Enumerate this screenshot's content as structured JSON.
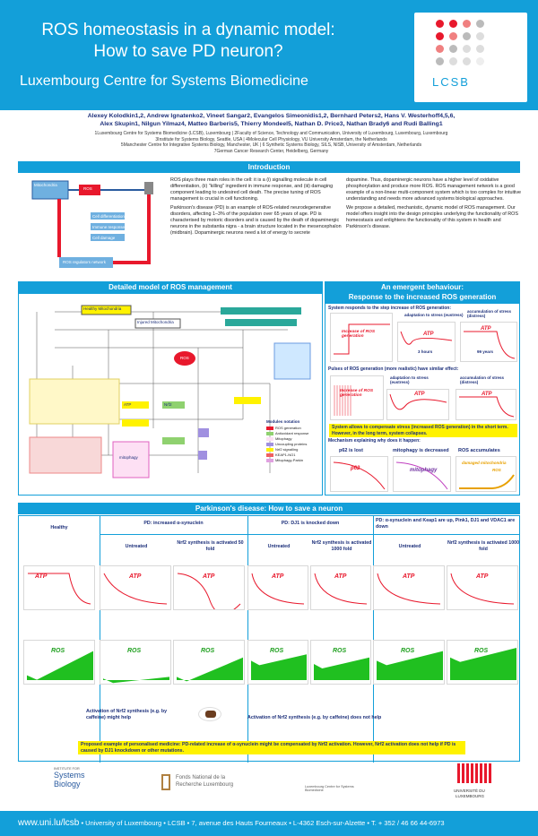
{
  "header": {
    "title_line1": "ROS homeostasis in a dynamic model:",
    "title_line2": "How to save PD neuron?",
    "subtitle": "Luxembourg Centre for Systems Biomedicine",
    "logo_text": "LCSB"
  },
  "authors": {
    "line1": "Alexey Kolodkin1,2, Andrew Ignatenko2, Vineet Sangar2, Evangelos Simeonidis1,2, Bernhard Peters2, Hans V. Westerhoff4,5,6,",
    "line2": "Alex Skupin1, Nilgun Yilmaz4, Matteo Barberis5, Thierry Mondeel5, Nathan D. Price3, Nathan Brady6 and Rudi Balling1"
  },
  "affiliations": [
    "1Luxembourg Centre for Systems Biomedicine (LCSB), Luxembourg | 2Faculty of Science, Technology and Communication, University of Luxembourg, Luxembourg, Luxembourg",
    "3Institute for Systems Biology, Seattle, USA | 4Molecular Cell Physiology, VU University Amsterdam, the Netherlands",
    "5Manchester Centre for Integrative Systems Biology, Manchester, UK | 6 Synthetic Systems Biology, SILS, NISB, University of Amsterdam, Netherlands",
    "7German Cancer Research Center, Heidelberg, Germany"
  ],
  "intro": {
    "heading": "Introduction",
    "col1": "ROS plays three main roles in the cell: it is a (i) signalling molecule in cell differentiation, (ii) \"killing\" ingredient in immune response, and (iii) damaging component leading to undesired cell death. The precise tuning of ROS management is crucial in cell functioning.",
    "col1b": "Parkinson's disease (PD) is an example of ROS-related neurodegenerative disorders, affecting 1–3% of the population over 65 years of age. PD is characterised by motoric disorders and is caused by the death of dopaminergic neurons in the substantia nigra - a brain structure located in the mesencephalon (midbrain). Dopaminergic neurons need a lot of energy to secrete",
    "col2": "dopamine. Thus, dopaminergic neurons have a higher level of oxidative phosphorylation and produce more ROS. ROS management network is a good example of a non-linear multi-component system which is too complex for intuitive understanding and needs more advanced systems biological approaches.",
    "col2b": "We propose a detailed, mechanistic, dynamic model of ROS management. Our model offers insight into the design principles underlying the functionality of ROS homeostasis and enlightens the functionality of this system in health and Parkinson's disease.",
    "diagram": {
      "mito": "Mitochondria",
      "ros": "ROS",
      "regulators": "ROS regulators network",
      "cell_diff": "Cell differentiation",
      "immune": "Immune response",
      "death": "Cell damage"
    }
  },
  "model": {
    "heading": "Detailed model of ROS management",
    "legend_title": "Modules notation",
    "legend": [
      "ROS generation",
      "Antioxidant response",
      "Mitophagy",
      "Uncoupling proteins",
      "Nrf2 signalling",
      "KEAP1-NO1",
      "Mitophagy-Parkin"
    ],
    "labels": [
      "Healthy Mitochondria",
      "Injured Mitochondria",
      "ROS",
      "ATP",
      "Nrf2",
      "mitophagy"
    ]
  },
  "behaviour": {
    "heading1": "An emergent behaviour:",
    "heading2": "Response to the increased ROS generation",
    "step_caption": "System responds to the step increase of ROS generation:",
    "step_label": "Increase of ROS generation",
    "adapt": "adaptation to stress (eustress)",
    "accum": "accumulation of stress (distress)",
    "atp": "ATP",
    "hours": "3 hours",
    "years": "99 years",
    "pulse_caption": "Pulses of ROS generation (more realistic) have similar effect:",
    "highlight": "System allows to compensate stress (increased ROS generation) in the short term. However, in the long term, system collapses.",
    "mech_caption": "Mechanism explaining why does it happen:",
    "p62": "p62 is lost",
    "mitophagy": "mitophagy is decreased",
    "accumulates": "ROS accumulates",
    "p62_lbl": "p62",
    "mito_lbl": "mitophagy",
    "dmg_lbl": "damaged mitochondria",
    "ros_lbl": "ROS"
  },
  "pd": {
    "heading": "Parkinson's disease: How to save a neuron",
    "healthy": "Healthy",
    "col1": "PD: increased α-synuclein",
    "col2": "PD: DJ1 is knocked down",
    "col3": "PD: α-synuclein and Keap1 are up, Pink1, DJ1 and VDAC1 are down",
    "untreated": "Untreated",
    "nrf50": "Nrf2 synthesis is activated 50 fold",
    "nrf1000": "Nrf2 synthesis is activated 1000 fold",
    "atp": "ATP",
    "ros": "ROS",
    "help": "Activation of Nrf2 synthesis (e.g. by caffeine) might help",
    "nohelp": "Activation of Nrf2 synthesis (e.g. by caffeine)  does not help",
    "proposal": "Proposed example of personalised medicine: PD-related increase of α-synuclein might be compensated by Nrf2 activation. However, Nrf2 activation does not help if PD is caused by DJ1 knockdown or other mutations."
  },
  "logos": {
    "isb1": "INSTITUTE FOR",
    "isb2": "Systems",
    "isb3": "Biology",
    "fnr1": "Fonds National de la",
    "fnr2": "Recherche Luxembourg",
    "lcsb": "Luxembourg Centre for Systems Biomedicine",
    "uni1": "UNIVERSITÉ DU",
    "uni2": "LUXEMBOURG"
  },
  "footer": {
    "url": "www.uni.lu/lcsb",
    "rest": " • University of Luxembourg • LCSB • 7, avenue des Hauts Fourneaux • L-4362 Esch-sur-Alzette • T. + 352 / 46 66 44-6973"
  },
  "colors": {
    "blue": "#139fd9",
    "red": "#e8182c",
    "green": "#20c020"
  }
}
